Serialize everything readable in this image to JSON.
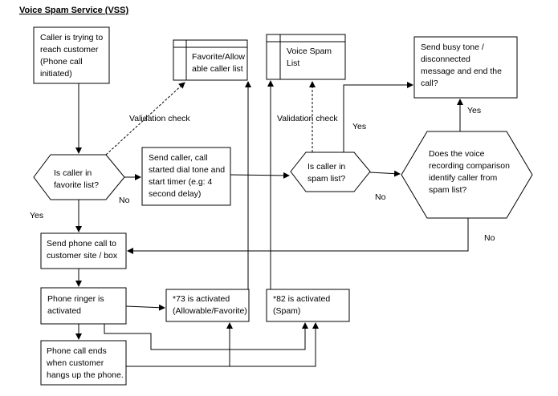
{
  "title": "Voice Spam Service (VSS)",
  "nodes": {
    "caller_trying": [
      "Caller is trying to",
      "reach customer",
      "(Phone call",
      "initiated)"
    ],
    "favorite_db": [
      "Favorite/Allow",
      "able caller list"
    ],
    "voice_spam_db": [
      "Voice Spam",
      "List"
    ],
    "busy_tone": [
      "Send busy tone /",
      "disconnected",
      "message and end the",
      "call?"
    ],
    "is_favorite": [
      "Is caller in",
      "favorite list?"
    ],
    "send_dial_tone": [
      "Send caller, call",
      "started dial tone and",
      "start timer (e.g: 4",
      "second delay)"
    ],
    "is_spam": [
      "Is caller in",
      "spam list?"
    ],
    "voice_compare": [
      "Does the voice",
      "recording comparison",
      "identify caller from",
      "spam list?"
    ],
    "send_to_customer": [
      "Send phone call to",
      "customer site / box"
    ],
    "ringer": [
      "Phone ringer is",
      "activated"
    ],
    "star73": [
      "*73 is activated",
      "(Allowable/Favorite)"
    ],
    "star82": [
      "*82 is activated",
      "(Spam)"
    ],
    "call_ends": [
      "Phone call ends",
      "when customer",
      "hangs up the phone."
    ]
  },
  "labels": {
    "validation_left": "Validation check",
    "validation_right": "Validation check",
    "yes_favorite": "Yes",
    "no_favorite": "No",
    "yes_spam": "Yes",
    "no_spam": "No",
    "yes_voice": "Yes",
    "no_voice": "No"
  }
}
